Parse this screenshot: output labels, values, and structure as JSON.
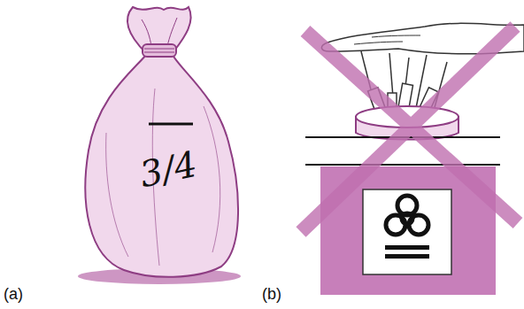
{
  "diagram": {
    "labels": [
      "3/4",
      "(a)",
      "(b)"
    ]
  }
}
